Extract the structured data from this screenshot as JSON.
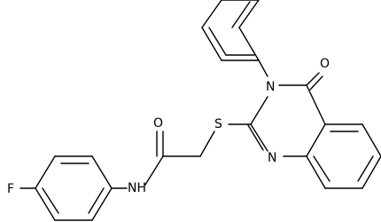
{
  "molecule": {
    "atoms": {
      "fluorine": "F",
      "amide_nitrogen": "NH",
      "amide_oxygen": "O",
      "sulfur": "S",
      "ring_nitrogen_3": "N",
      "ring_oxygen": "O",
      "ring_nitrogen_1": "N"
    }
  }
}
